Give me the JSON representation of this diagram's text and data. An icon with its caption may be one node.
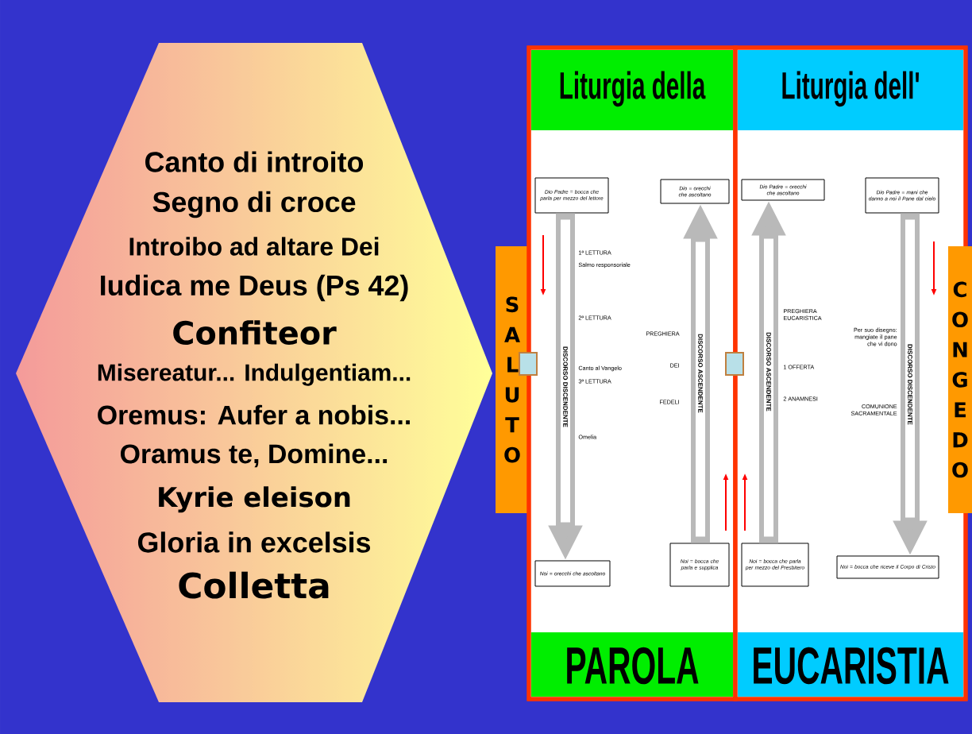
{
  "diagram": {
    "nodes": [
      {
        "text": [
          "Canto di introito",
          "Segno di croce",
          "Introibo ad altare Dei",
          "Iudica me Deus (Ps 42)",
          "Confiteor",
          "Misereatur... Indulgentiam...",
          "Oremus: Aufer a nobis...",
          "Oramus te, Domine...",
          "Kyrie eleison",
          "Gloria in excelsis",
          "Colletta"
        ]
      },
      {
        "text": [
          "SALUTO"
        ]
      },
      {
        "text": [
          "Liturgia della",
          "PAROLA"
        ]
      },
      {
        "text": [
          "Dio Padre = bocca che parla per mezzo del lettore"
        ],
        "in": 2
      },
      {
        "text": [
          "Dio = orecchi che ascoltano"
        ],
        "in": 2
      },
      {
        "text": [
          "Noi = orecchi che ascoltano"
        ],
        "in": 2
      },
      {
        "text": [
          "Noi = bocca che parla e supplica"
        ],
        "in": 2
      },
      {
        "text": [
          "Liturgia dell'",
          "EUCARISTIA"
        ]
      },
      {
        "text": [
          "Dio Padre = orecchi che ascoltano"
        ],
        "in": 7
      },
      {
        "text": [
          "Dio Padre = mani che danno a noi il Pane dal cielo"
        ],
        "in": 7
      },
      {
        "text": [
          "Noi = bocca che parla per mezzo del Presbitero"
        ],
        "in": 7
      },
      {
        "text": [
          "Noi = bocca che riceve il Corpo di Cristo"
        ],
        "in": 7
      },
      {
        "text": [
          "CONGEDO"
        ]
      }
    ],
    "edges": [
      {
        "from": 3,
        "to": 5,
        "arrow": "to",
        "label": "DISCORSO DISCENDENTE"
      },
      {
        "from": 6,
        "to": 4,
        "arrow": "to",
        "label": "DISCORSO ASCENDENTE"
      },
      {
        "from": 10,
        "to": 8,
        "arrow": "to",
        "label": "DISCORSO ASCENDENTE"
      },
      {
        "from": 9,
        "to": 11,
        "arrow": "to",
        "label": "DISCORSO DISCENDENTE"
      }
    ],
    "labels": [
      "1ª LETTURA",
      "Salmo responsoriale",
      "2ª LETTURA",
      "Canto al Vangelo",
      "3ª LETTURA",
      "Omelia",
      "PREGHIERA",
      "DEI",
      "FEDELI",
      "PREGHIERA EUCARISTICA",
      "1 OFFERTA",
      "2 ANAMNESI",
      "Per suo disegno: mangiate il pane che vi dono",
      "COMUNIONE SACRAMENTALE"
    ]
  }
}
